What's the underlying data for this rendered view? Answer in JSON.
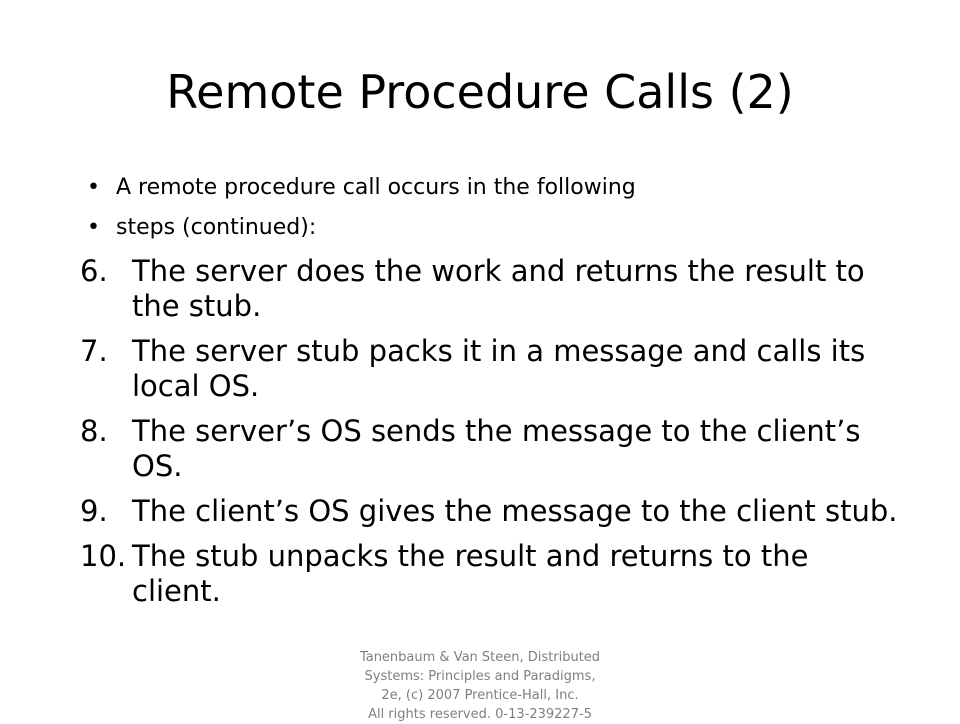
{
  "slide": {
    "title": "Remote Procedure Calls (2)",
    "bullet_symbol": "•",
    "bullets": [
      "A remote procedure call occurs in the following",
      "steps (continued):"
    ],
    "steps": [
      {
        "number": "6.",
        "line1": "The server does the work and returns the result to",
        "line2": "the stub."
      },
      {
        "number": "7.",
        "line1": "The server stub packs it in a message and calls its",
        "line2": "local OS."
      },
      {
        "number": "8.",
        "line1": "The server’s OS sends the message to the client’s",
        "line2": "OS."
      },
      {
        "number": "9.",
        "line1": "The client’s OS gives the message to the client stub.",
        "line2": ""
      },
      {
        "number": "10.",
        "line1": "The stub unpacks the result and returns to the",
        "line2": "client."
      }
    ],
    "footer": "Tanenbaum & Van Steen, Distributed Systems: Principles and Paradigms, 2e, (c) 2007 Prentice-Hall, Inc. All rights reserved. 0-13-239227-5"
  }
}
